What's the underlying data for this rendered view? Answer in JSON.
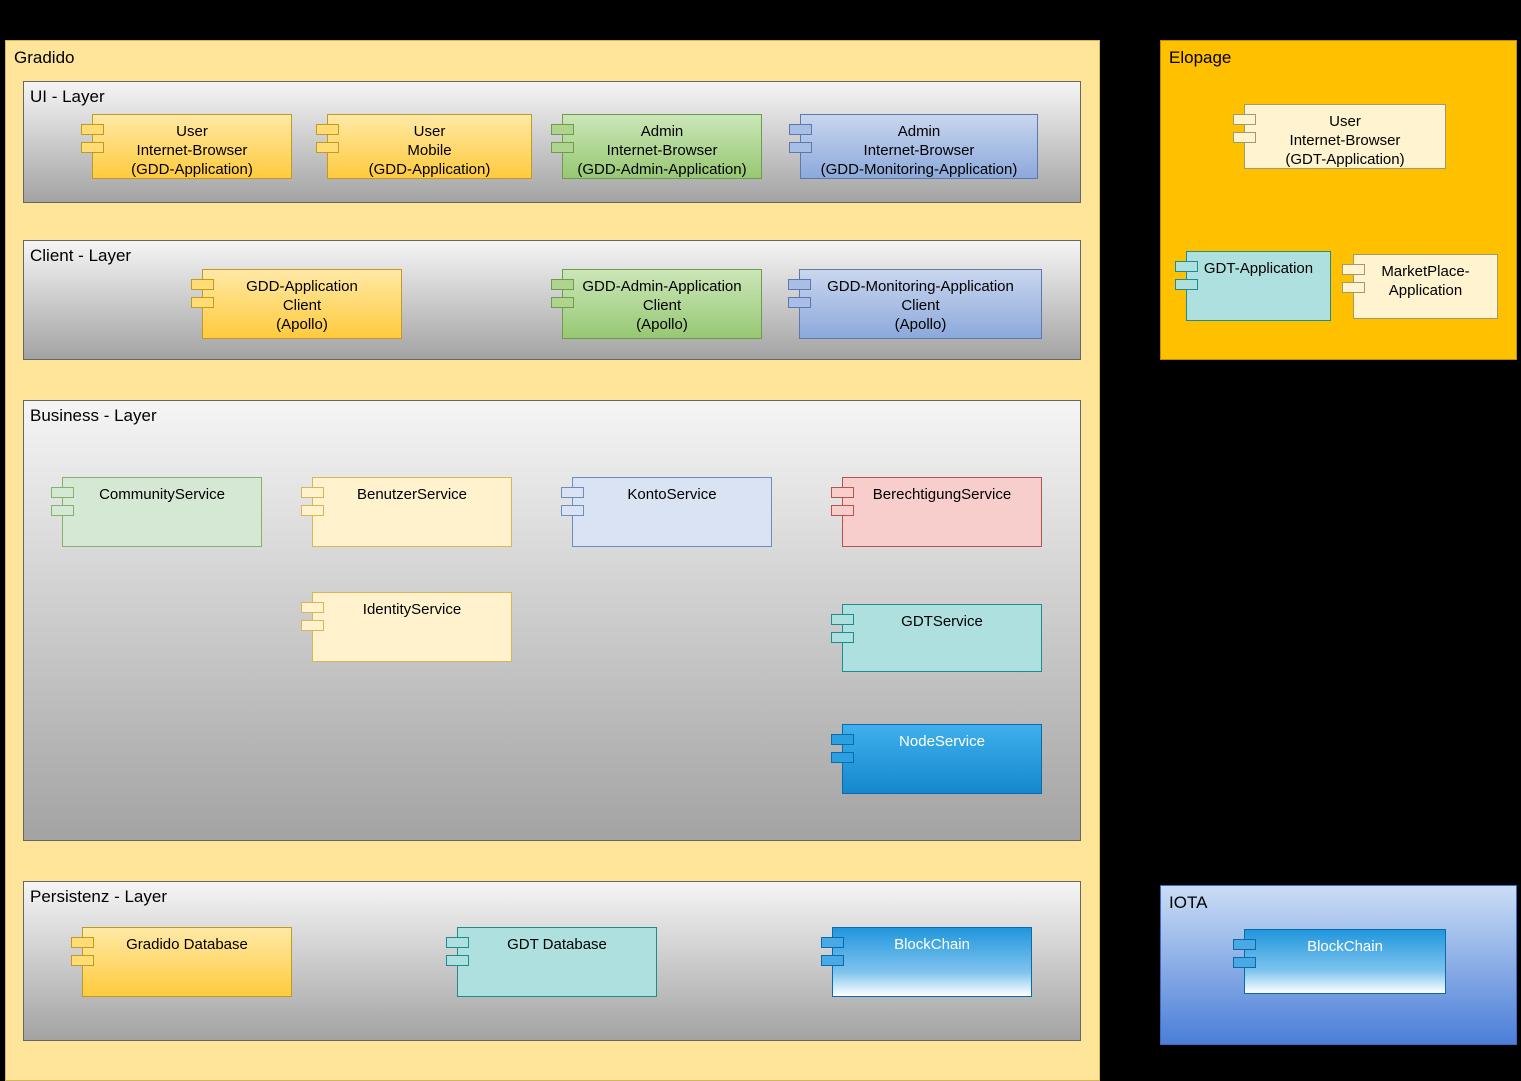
{
  "gradido": {
    "title": "Gradido",
    "layers": [
      {
        "title": "UI - Layer",
        "components": [
          {
            "label": "User\nInternet-Browser\n(GDD-Application)"
          },
          {
            "label": "User\nMobile\n(GDD-Application)"
          },
          {
            "label": "Admin\nInternet-Browser\n(GDD-Admin-Application)"
          },
          {
            "label": "Admin\nInternet-Browser\n(GDD-Monitoring-Application)"
          }
        ]
      },
      {
        "title": "Client - Layer",
        "components": [
          {
            "label": "GDD-Application\nClient\n(Apollo)"
          },
          {
            "label": "GDD-Admin-Application\nClient\n(Apollo)"
          },
          {
            "label": "GDD-Monitoring-Application\nClient\n(Apollo)"
          }
        ]
      },
      {
        "title": "Business - Layer",
        "components": [
          {
            "label": "CommunityService"
          },
          {
            "label": "BenutzerService"
          },
          {
            "label": "KontoService"
          },
          {
            "label": "BerechtigungService"
          },
          {
            "label": "IdentityService"
          },
          {
            "label": "GDTService"
          },
          {
            "label": "NodeService"
          }
        ]
      },
      {
        "title": "Persistenz - Layer",
        "components": [
          {
            "label": "Gradido Database"
          },
          {
            "label": "GDT Database"
          },
          {
            "label": "BlockChain"
          }
        ]
      }
    ]
  },
  "elopage": {
    "title": "Elopage",
    "components": [
      {
        "label": "User\nInternet-Browser\n(GDT-Application)"
      },
      {
        "label": "GDT-Application"
      },
      {
        "label": "MarketPlace-\nApplication"
      }
    ]
  },
  "iota": {
    "title": "IOTA",
    "components": [
      {
        "label": "BlockChain"
      }
    ]
  },
  "colors": {
    "gradido_fill": "#FFE599",
    "elopage_fill": "#FFC000",
    "iota_fill_top": "#CADDF5",
    "iota_fill_bottom": "#4B7ED8",
    "layer_fill_top": "#F5F5F5",
    "layer_fill_bottom": "#A3A3A3",
    "gold": "#FFCB3D",
    "green": "#97C873",
    "blue": "#8CA9DB",
    "light_yellow": "#FFF2CC",
    "light_green": "#D5E8D4",
    "light_blue": "#DAE3F3",
    "pink": "#F8CECC",
    "teal": "#AFE0E0",
    "node_blue": "#1587CE",
    "background": "#000000"
  }
}
